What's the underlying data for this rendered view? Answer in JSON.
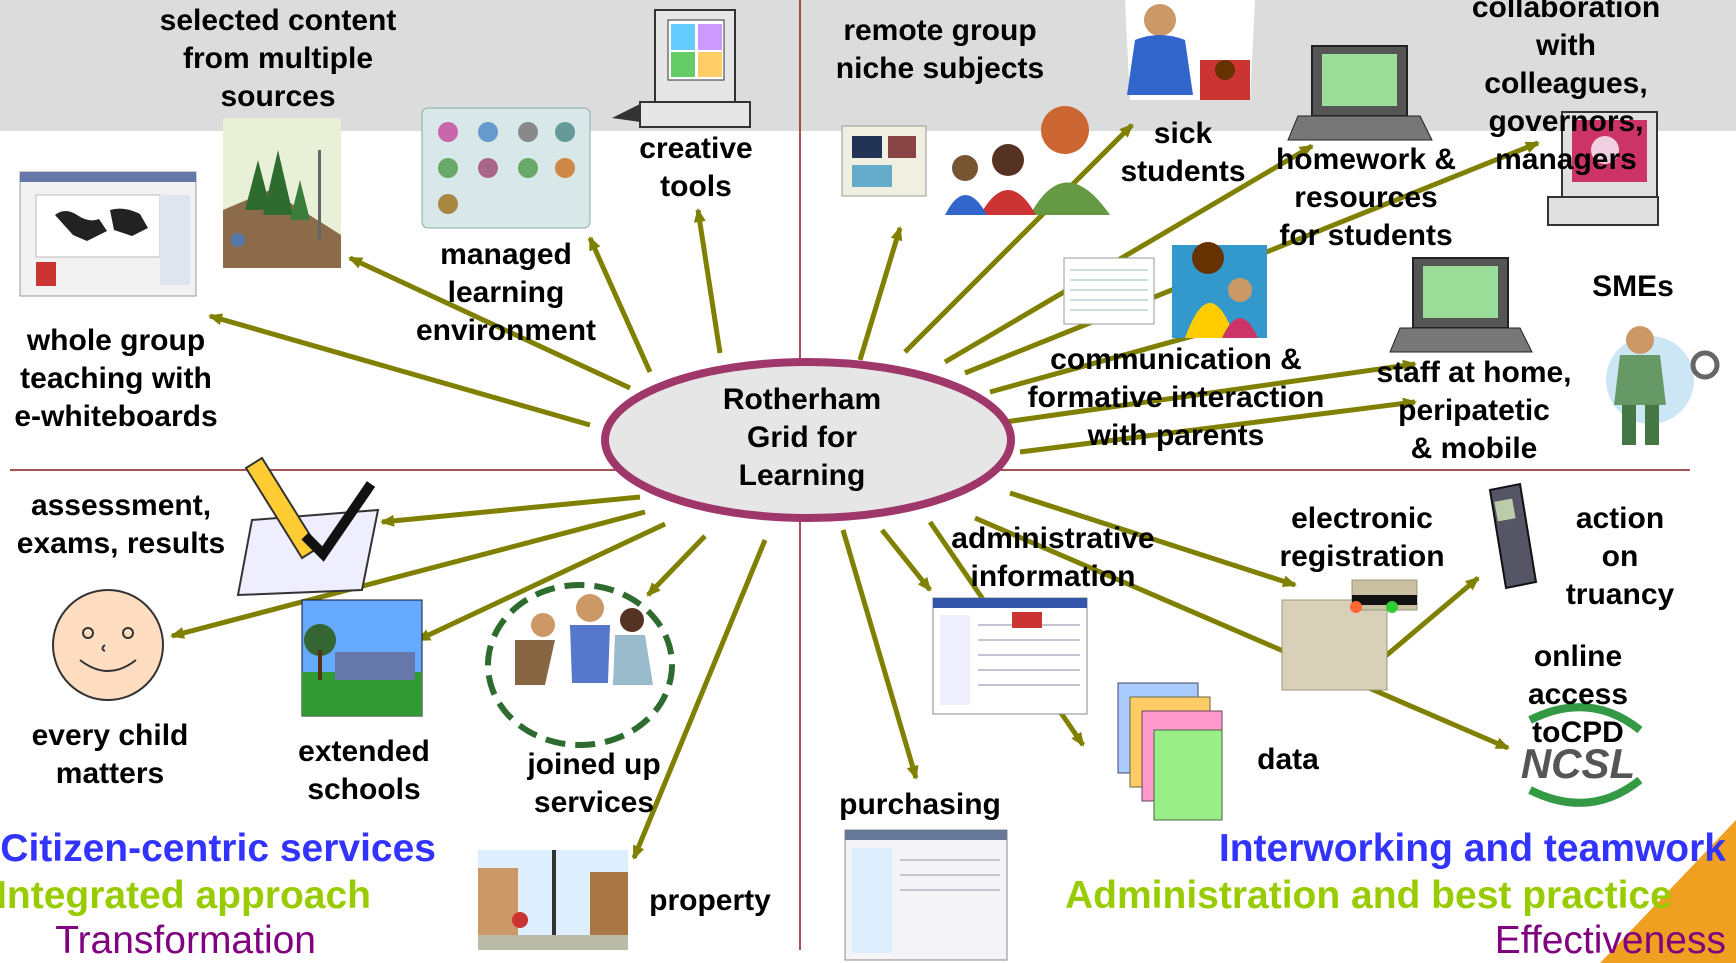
{
  "center": {
    "label": "Rotherham\nGrid for\nLearning"
  },
  "labels": {
    "selected_content": "selected content\nfrom multiple\nsources",
    "creative_tools": "creative\ntools",
    "managed_learning": "managed\nlearning\nenvironment",
    "whole_group": "whole group\nteaching with\ne-whiteboards",
    "remote_group": "remote group\nniche subjects",
    "sick_students": "sick\nstudents",
    "collaboration": "collaboration\nwith colleagues,\ngovernors, managers",
    "homework": "homework &\nresources\nfor students",
    "smes": "SMEs",
    "communication": "communication &\nformative interaction\nwith parents",
    "staff_home": "staff at home,\nperipatetic\n& mobile",
    "assessment": "assessment,\nexams, results",
    "every_child": "every child\nmatters",
    "extended_schools": "extended\nschools",
    "joined_up": "joined up\nservices",
    "property": "property",
    "purchasing": "purchasing",
    "administrative": "administrative\ninformation",
    "data": "data",
    "electronic_registration": "electronic\nregistration",
    "action_truancy": "action on\ntruancy",
    "online_access": "online access\ntoCPD",
    "ncsl_logo_text": "NCSL"
  },
  "corners": {
    "left": [
      "Citizen-centric services",
      "Integrated approach",
      "Transformation"
    ],
    "right": [
      "Interworking and teamwork",
      "Administration and best practice",
      "Effectiveness"
    ]
  },
  "colors": {
    "arrow": "#808000",
    "ellipse_stroke": "#a0376a",
    "ellipse_fill": "#e6e6e6",
    "divider": "#8b1a1a",
    "top_band": "#dcdcdc",
    "blue": "#3333ff",
    "green": "#99cc00",
    "purple": "#800080"
  }
}
